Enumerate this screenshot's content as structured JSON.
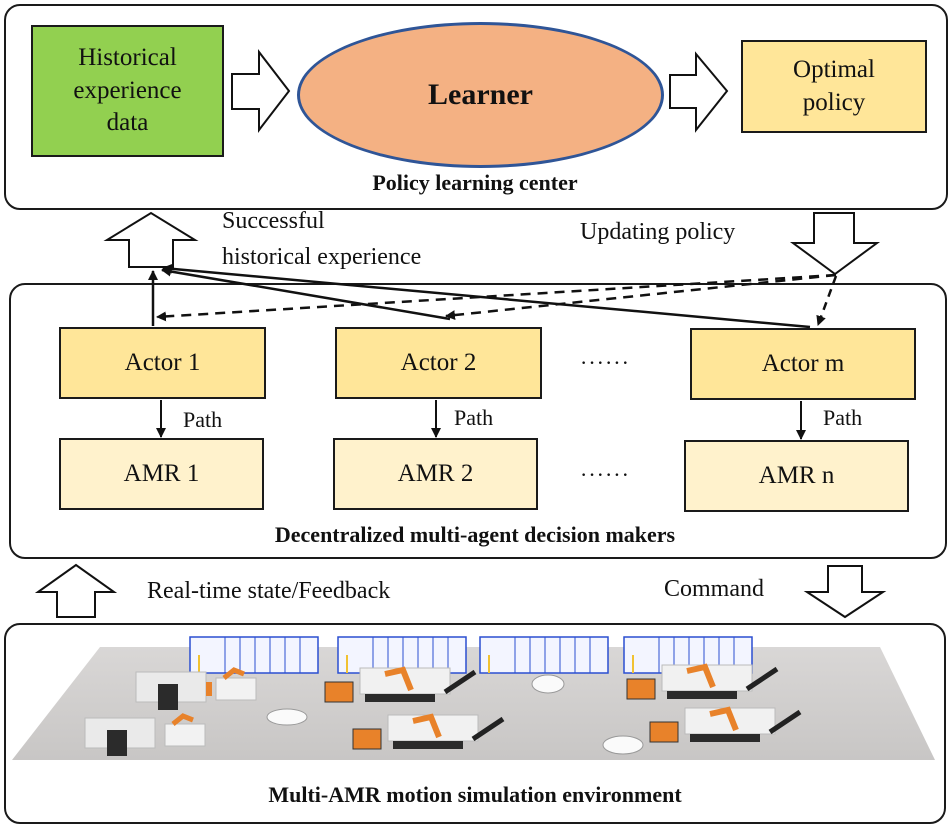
{
  "policy_center": {
    "title": "Policy learning center",
    "historical_data": "Historical experience data",
    "historical_data_lines": [
      "Historical",
      "experience",
      "data"
    ],
    "learner": "Learner",
    "optimal_policy_lines": [
      "Optimal",
      "policy"
    ],
    "colors": {
      "historical_fill": "#92d050",
      "learner_fill": "#f4b183",
      "learner_stroke": "#2f5597",
      "policy_fill": "#ffe699"
    }
  },
  "links": {
    "successful_lines": [
      "Successful",
      "historical experience"
    ],
    "updating_policy": "Updating policy",
    "feedback": "Real-time state/Feedback",
    "command": "Command"
  },
  "decision_makers": {
    "title": "Decentralized multi-agent decision makers",
    "actors": [
      "Actor 1",
      "Actor 2",
      "Actor m"
    ],
    "amrs": [
      "AMR 1",
      "AMR 2",
      "AMR n"
    ],
    "path_label": "Path",
    "ellipsis": "······",
    "colors": {
      "actor_fill": "#ffe699",
      "amr_fill": "#fff2cc"
    }
  },
  "environment": {
    "title": "Multi-AMR motion simulation environment"
  }
}
